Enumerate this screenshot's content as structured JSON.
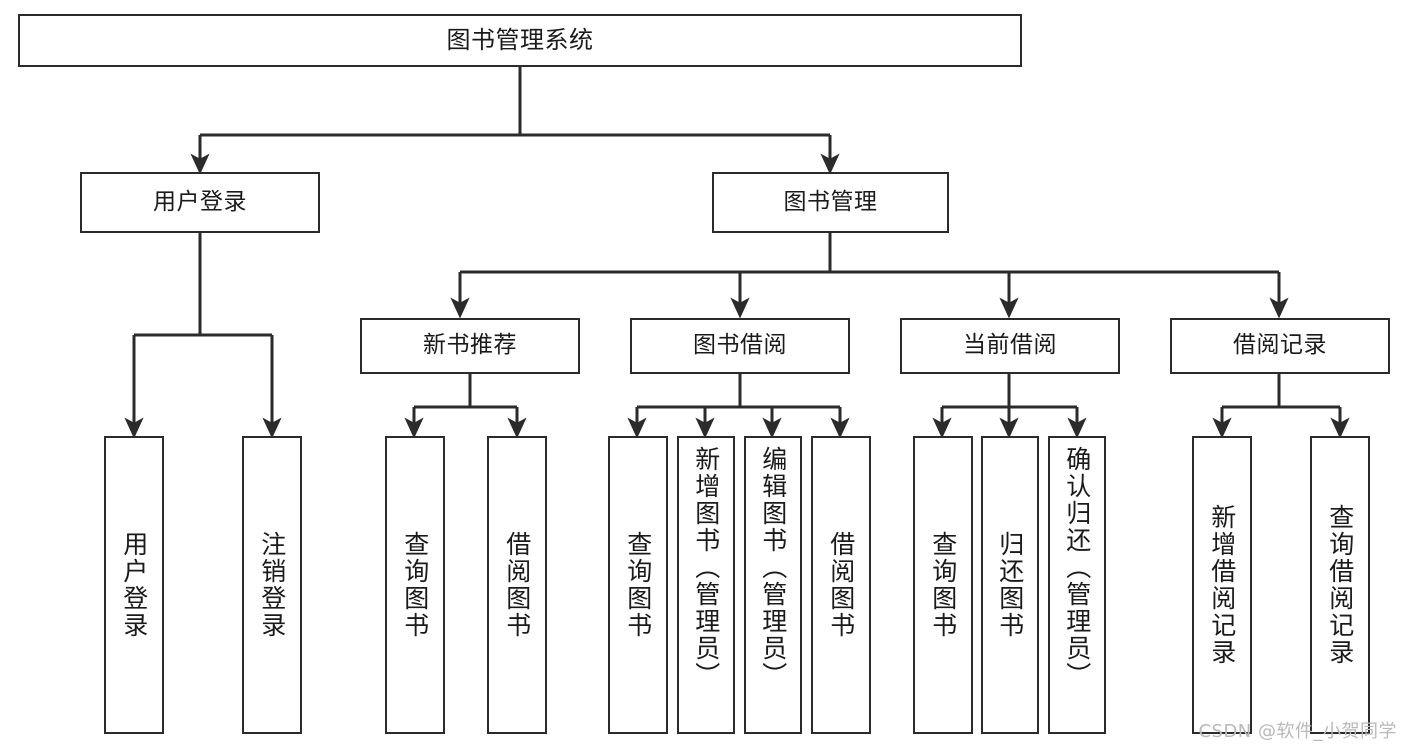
{
  "diagram": {
    "title": "图书管理系统",
    "watermark": "CSDN @软件_小贺同学",
    "line_color": "#2b2b2b",
    "box_fill": "#ffffff",
    "text_color": "#1a1a1a",
    "levels": {
      "level0": [
        "图书管理系统"
      ],
      "level1": [
        "用户登录",
        "图书管理"
      ],
      "level2": [
        "新书推荐",
        "图书借阅",
        "当前借阅",
        "借阅记录"
      ],
      "level3": [
        "用户登录",
        "注销登录",
        "查询图书",
        "借阅图书",
        "查询图书",
        "新增图书（管理员）",
        "编辑图书（管理员）",
        "借阅图书",
        "查询图书",
        "归还图书",
        "确认归还（管理员）",
        "新增借阅记录",
        "查询借阅记录"
      ]
    },
    "nodes": {
      "root": {
        "label": "图书管理系统"
      },
      "user_login": {
        "label": "用户登录"
      },
      "book_mgmt": {
        "label": "图书管理"
      },
      "new_book_rec": {
        "label": "新书推荐"
      },
      "book_borrow": {
        "label": "图书借阅"
      },
      "current_borrow": {
        "label": "当前借阅"
      },
      "borrow_record": {
        "label": "借阅记录"
      },
      "leaf_user_login": {
        "label": "用户登录"
      },
      "leaf_logout": {
        "label": "注销登录"
      },
      "leaf_query_book_a": {
        "label": "查询图书"
      },
      "leaf_borrow_book_a": {
        "label": "借阅图书"
      },
      "leaf_query_book_b": {
        "label": "查询图书"
      },
      "leaf_add_book": {
        "label": "新增图书（管理员）"
      },
      "leaf_edit_book": {
        "label": "编辑图书（管理员）"
      },
      "leaf_borrow_book_b": {
        "label": "借阅图书"
      },
      "leaf_query_book_c": {
        "label": "查询图书"
      },
      "leaf_return_book": {
        "label": "归还图书"
      },
      "leaf_confirm_return": {
        "label": "确认归还（管理员）"
      },
      "leaf_add_record": {
        "label": "新增借阅记录"
      },
      "leaf_query_record": {
        "label": "查询借阅记录"
      }
    }
  }
}
